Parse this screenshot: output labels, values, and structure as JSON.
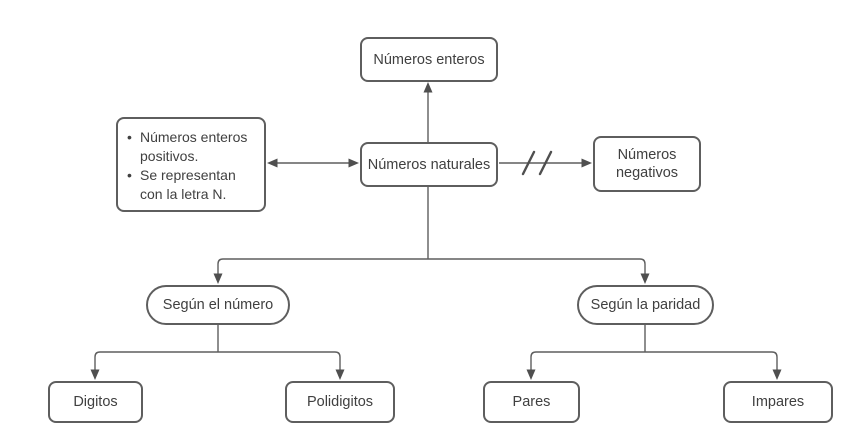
{
  "colors": {
    "canvas": "#ffffff",
    "stroke": "#5e5e5e",
    "arrow": "#4f4f4f",
    "text": "#404040"
  },
  "diagram": {
    "bullet": "•",
    "nodes": {
      "enteros": "Números enteros",
      "naturales": "Números naturales",
      "negativos": "Números negativos",
      "note_items": [
        "Números enteros positivos.",
        "Se representan con la letra N."
      ],
      "segun_numero": "Según el número",
      "segun_paridad": "Según la paridad",
      "digitos": "Digitos",
      "polidigitos": "Polidigitos",
      "pares": "Pares",
      "impares": "Impares"
    }
  }
}
